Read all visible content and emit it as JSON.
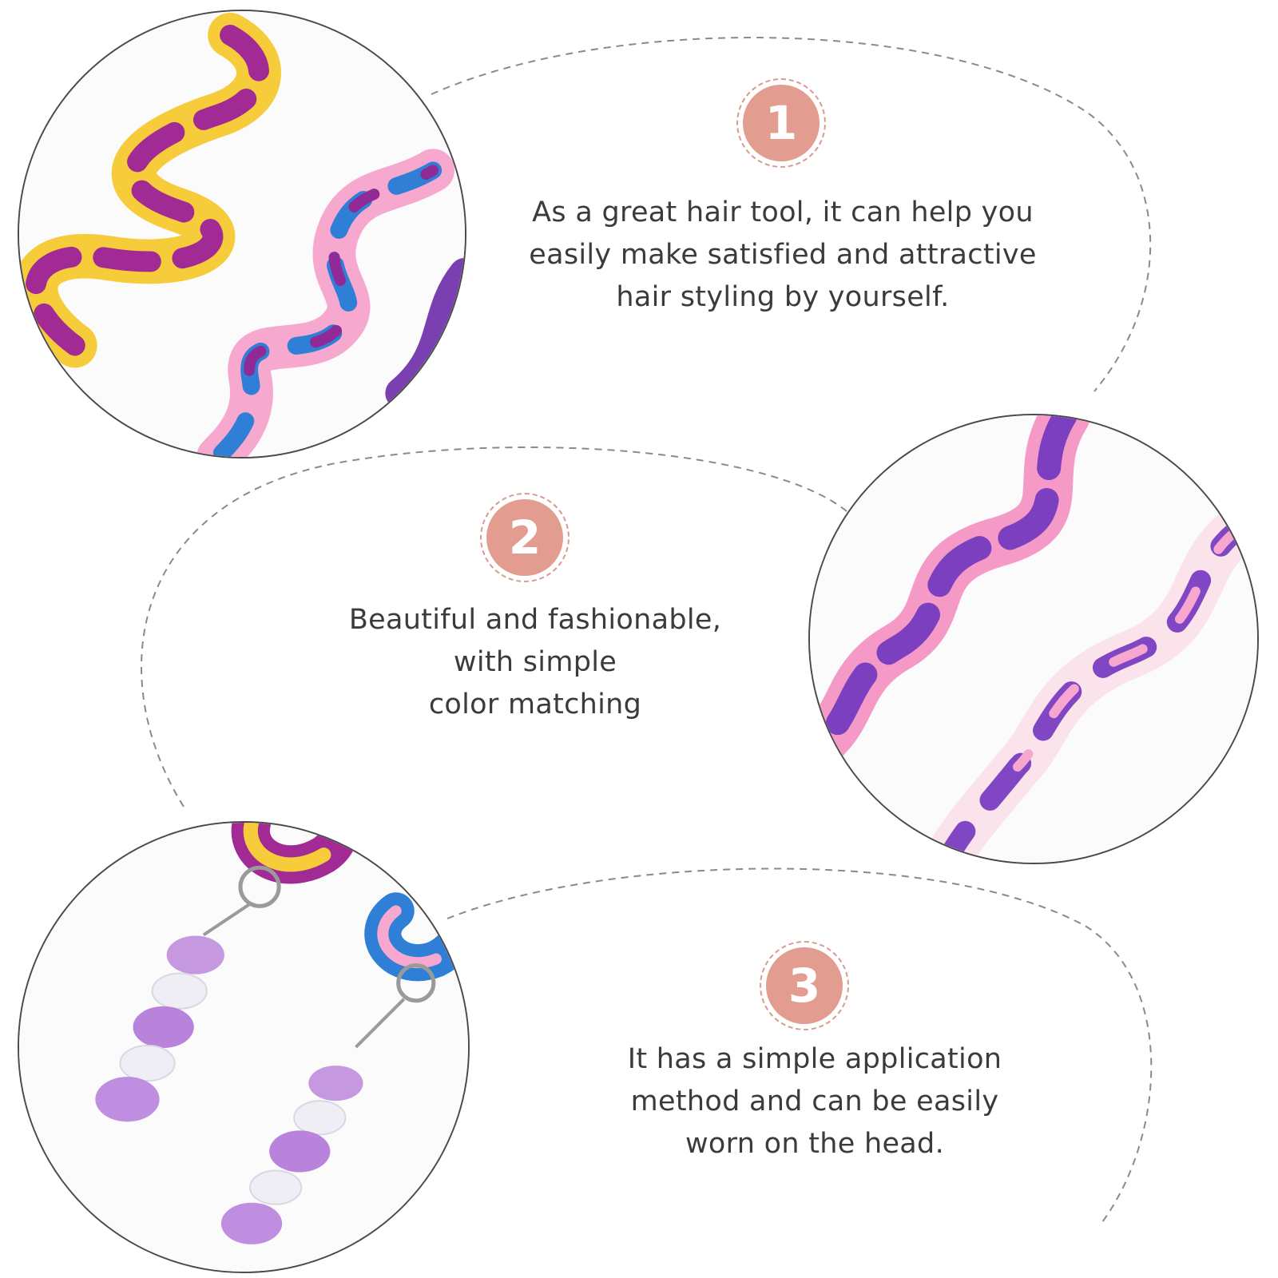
{
  "colors": {
    "badge_fill": "#e29d90",
    "badge_ring": "#d99a90",
    "text": "#3b3b3b",
    "dash": "#8a8a8a"
  },
  "features": [
    {
      "number": "1",
      "lines": [
        "As a great hair tool, it can help you",
        "easily make satisfied and attractive",
        "hair styling by yourself."
      ]
    },
    {
      "number": "2",
      "lines": [
        "Beautiful and fashionable,",
        "with simple",
        "color matching"
      ]
    },
    {
      "number": "3",
      "lines": [
        "It has a simple application",
        "method and can be easily",
        "worn on the head."
      ]
    }
  ]
}
